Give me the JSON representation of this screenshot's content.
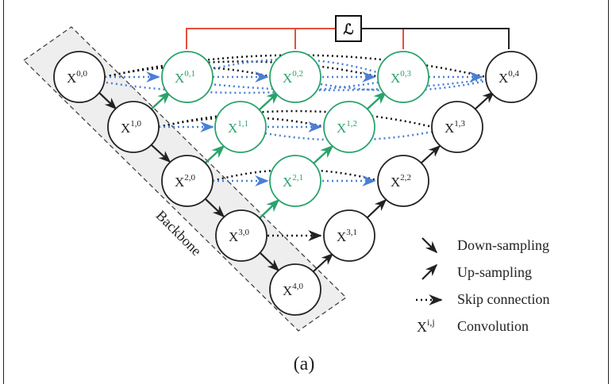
{
  "diagram": {
    "loss_symbol": "ℒ",
    "backbone_label": "Backbone",
    "caption": "(a)",
    "node_base": "X",
    "colors": {
      "green": "#2aa36b",
      "blue": "#4a7fd6",
      "red": "#e0513a",
      "black": "#222222",
      "backbone_fill": "#eeeeee"
    },
    "nodes": [
      {
        "id": "X00",
        "sup": "0,0",
        "style": "black"
      },
      {
        "id": "X10",
        "sup": "1,0",
        "style": "black"
      },
      {
        "id": "X20",
        "sup": "2,0",
        "style": "black"
      },
      {
        "id": "X30",
        "sup": "3,0",
        "style": "black"
      },
      {
        "id": "X40",
        "sup": "4,0",
        "style": "black"
      },
      {
        "id": "X01",
        "sup": "0,1",
        "style": "green"
      },
      {
        "id": "X11",
        "sup": "1,1",
        "style": "green"
      },
      {
        "id": "X21",
        "sup": "2,1",
        "style": "green"
      },
      {
        "id": "X02",
        "sup": "0,2",
        "style": "green"
      },
      {
        "id": "X12",
        "sup": "1,2",
        "style": "green"
      },
      {
        "id": "X03",
        "sup": "0,3",
        "style": "green"
      },
      {
        "id": "X31",
        "sup": "3,1",
        "style": "black"
      },
      {
        "id": "X22",
        "sup": "2,2",
        "style": "black"
      },
      {
        "id": "X13",
        "sup": "1,3",
        "style": "black"
      },
      {
        "id": "X04",
        "sup": "0,4",
        "style": "black"
      }
    ],
    "legend": {
      "down": "Down-sampling",
      "up": "Up-sampling",
      "skip": "Skip connection",
      "conv_symbol": "X",
      "conv_sup": "i,j",
      "conv": "Convolution"
    }
  }
}
